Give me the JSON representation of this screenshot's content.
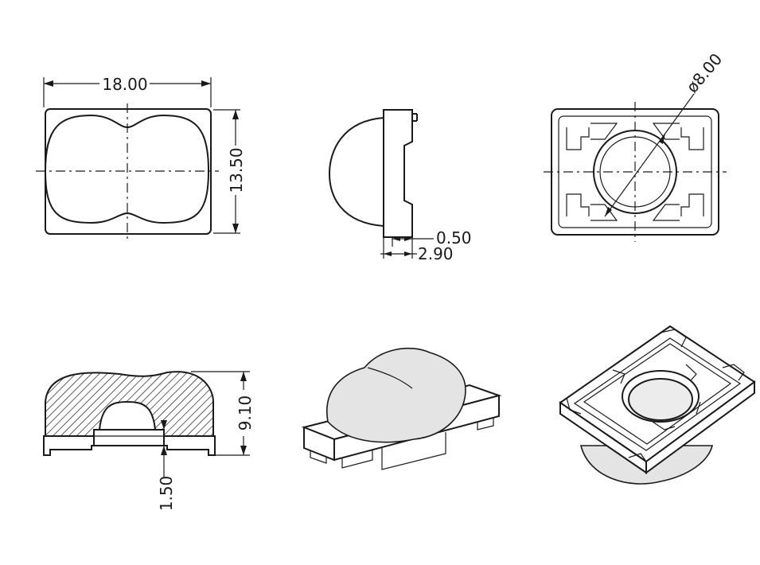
{
  "dimensions": {
    "width": "18.00",
    "height": "13.50",
    "flange": "0.50",
    "base_depth": "2.90",
    "diameter": "ø8.00",
    "total_height": "9.10",
    "cavity_height": "1.50"
  },
  "colors": {
    "line": "#1a1a1a",
    "background": "#ffffff",
    "dome_fill": "#e4e4e4"
  }
}
